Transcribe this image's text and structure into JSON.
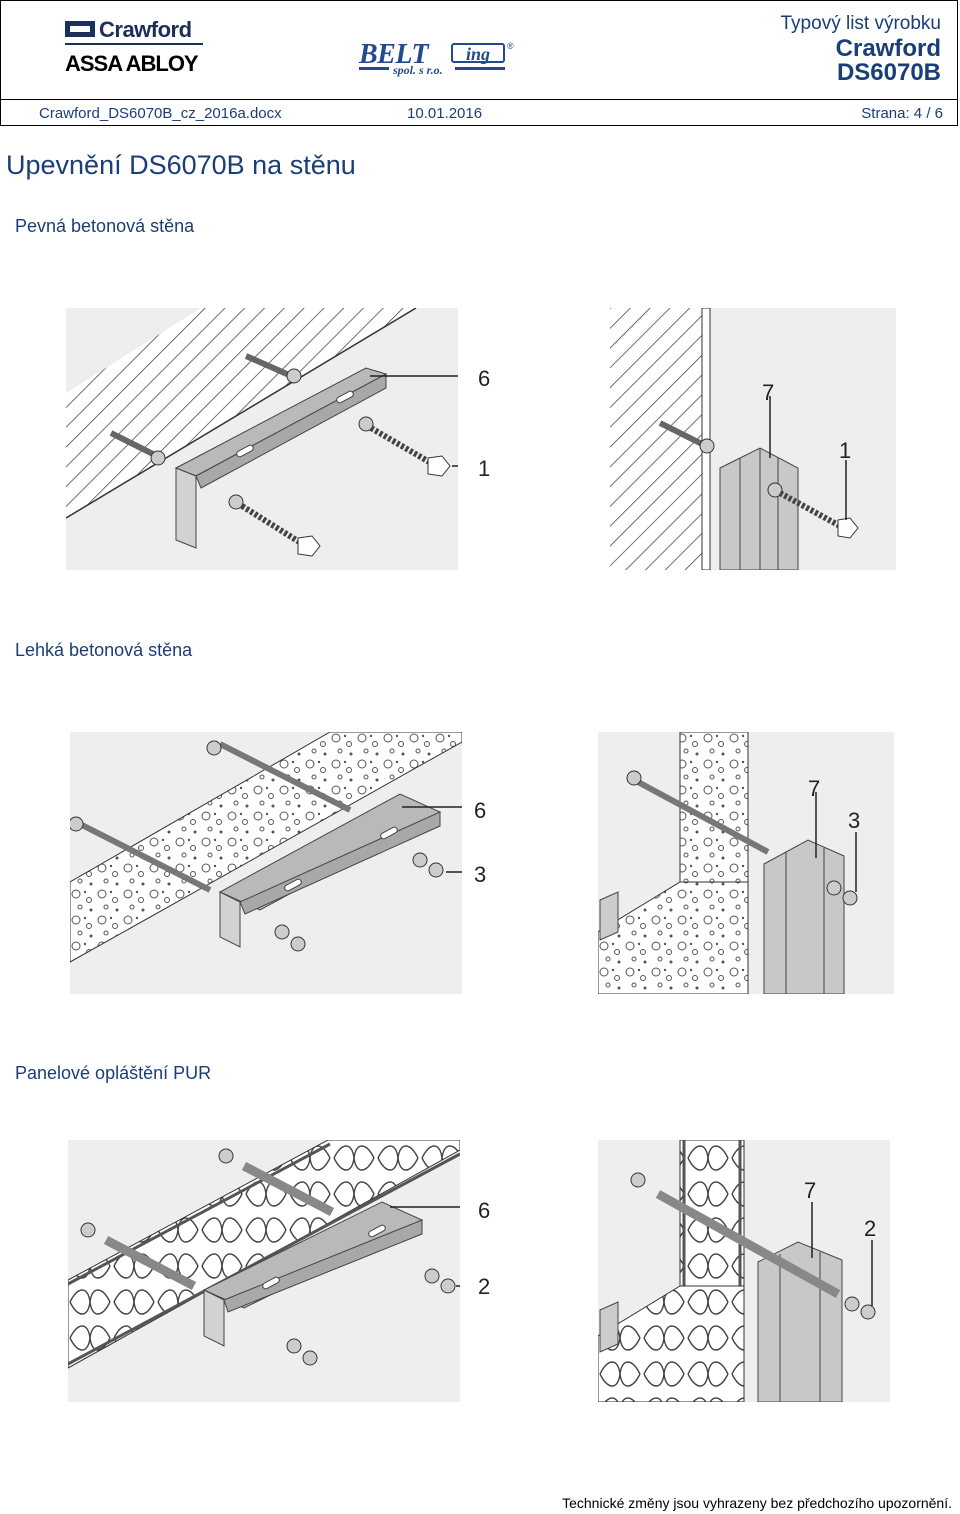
{
  "header": {
    "logo_crawford": "Crawford",
    "logo_assa_abloy": "ASSA ABLOY",
    "logo_belting": "BELT",
    "logo_belting_ing": "ing",
    "logo_belting_sub": "spol. s r.o.",
    "doc_type": "Typový list výrobku",
    "brand": "Crawford",
    "model": "DS6070B",
    "filename": "Crawford_DS6070B_cz_2016a.docx",
    "date": "10.01.2016",
    "page": "Strana: 4 / 6"
  },
  "title": "Upevnění DS6070B na stěnu",
  "sections": [
    {
      "label": "Pevná betonová stěna",
      "left_callouts": [
        "6",
        "1"
      ],
      "right_callouts": [
        "7",
        "1"
      ]
    },
    {
      "label": "Lehká betonová stěna",
      "left_callouts": [
        "6",
        "3"
      ],
      "right_callouts": [
        "7",
        "3"
      ]
    },
    {
      "label": "Panelové opláštění PUR",
      "left_callouts": [
        "6",
        "2"
      ],
      "right_callouts": [
        "7",
        "2"
      ]
    }
  ],
  "footer": "Technické změny jsou vyhrazeny bez předchozího upozornění."
}
